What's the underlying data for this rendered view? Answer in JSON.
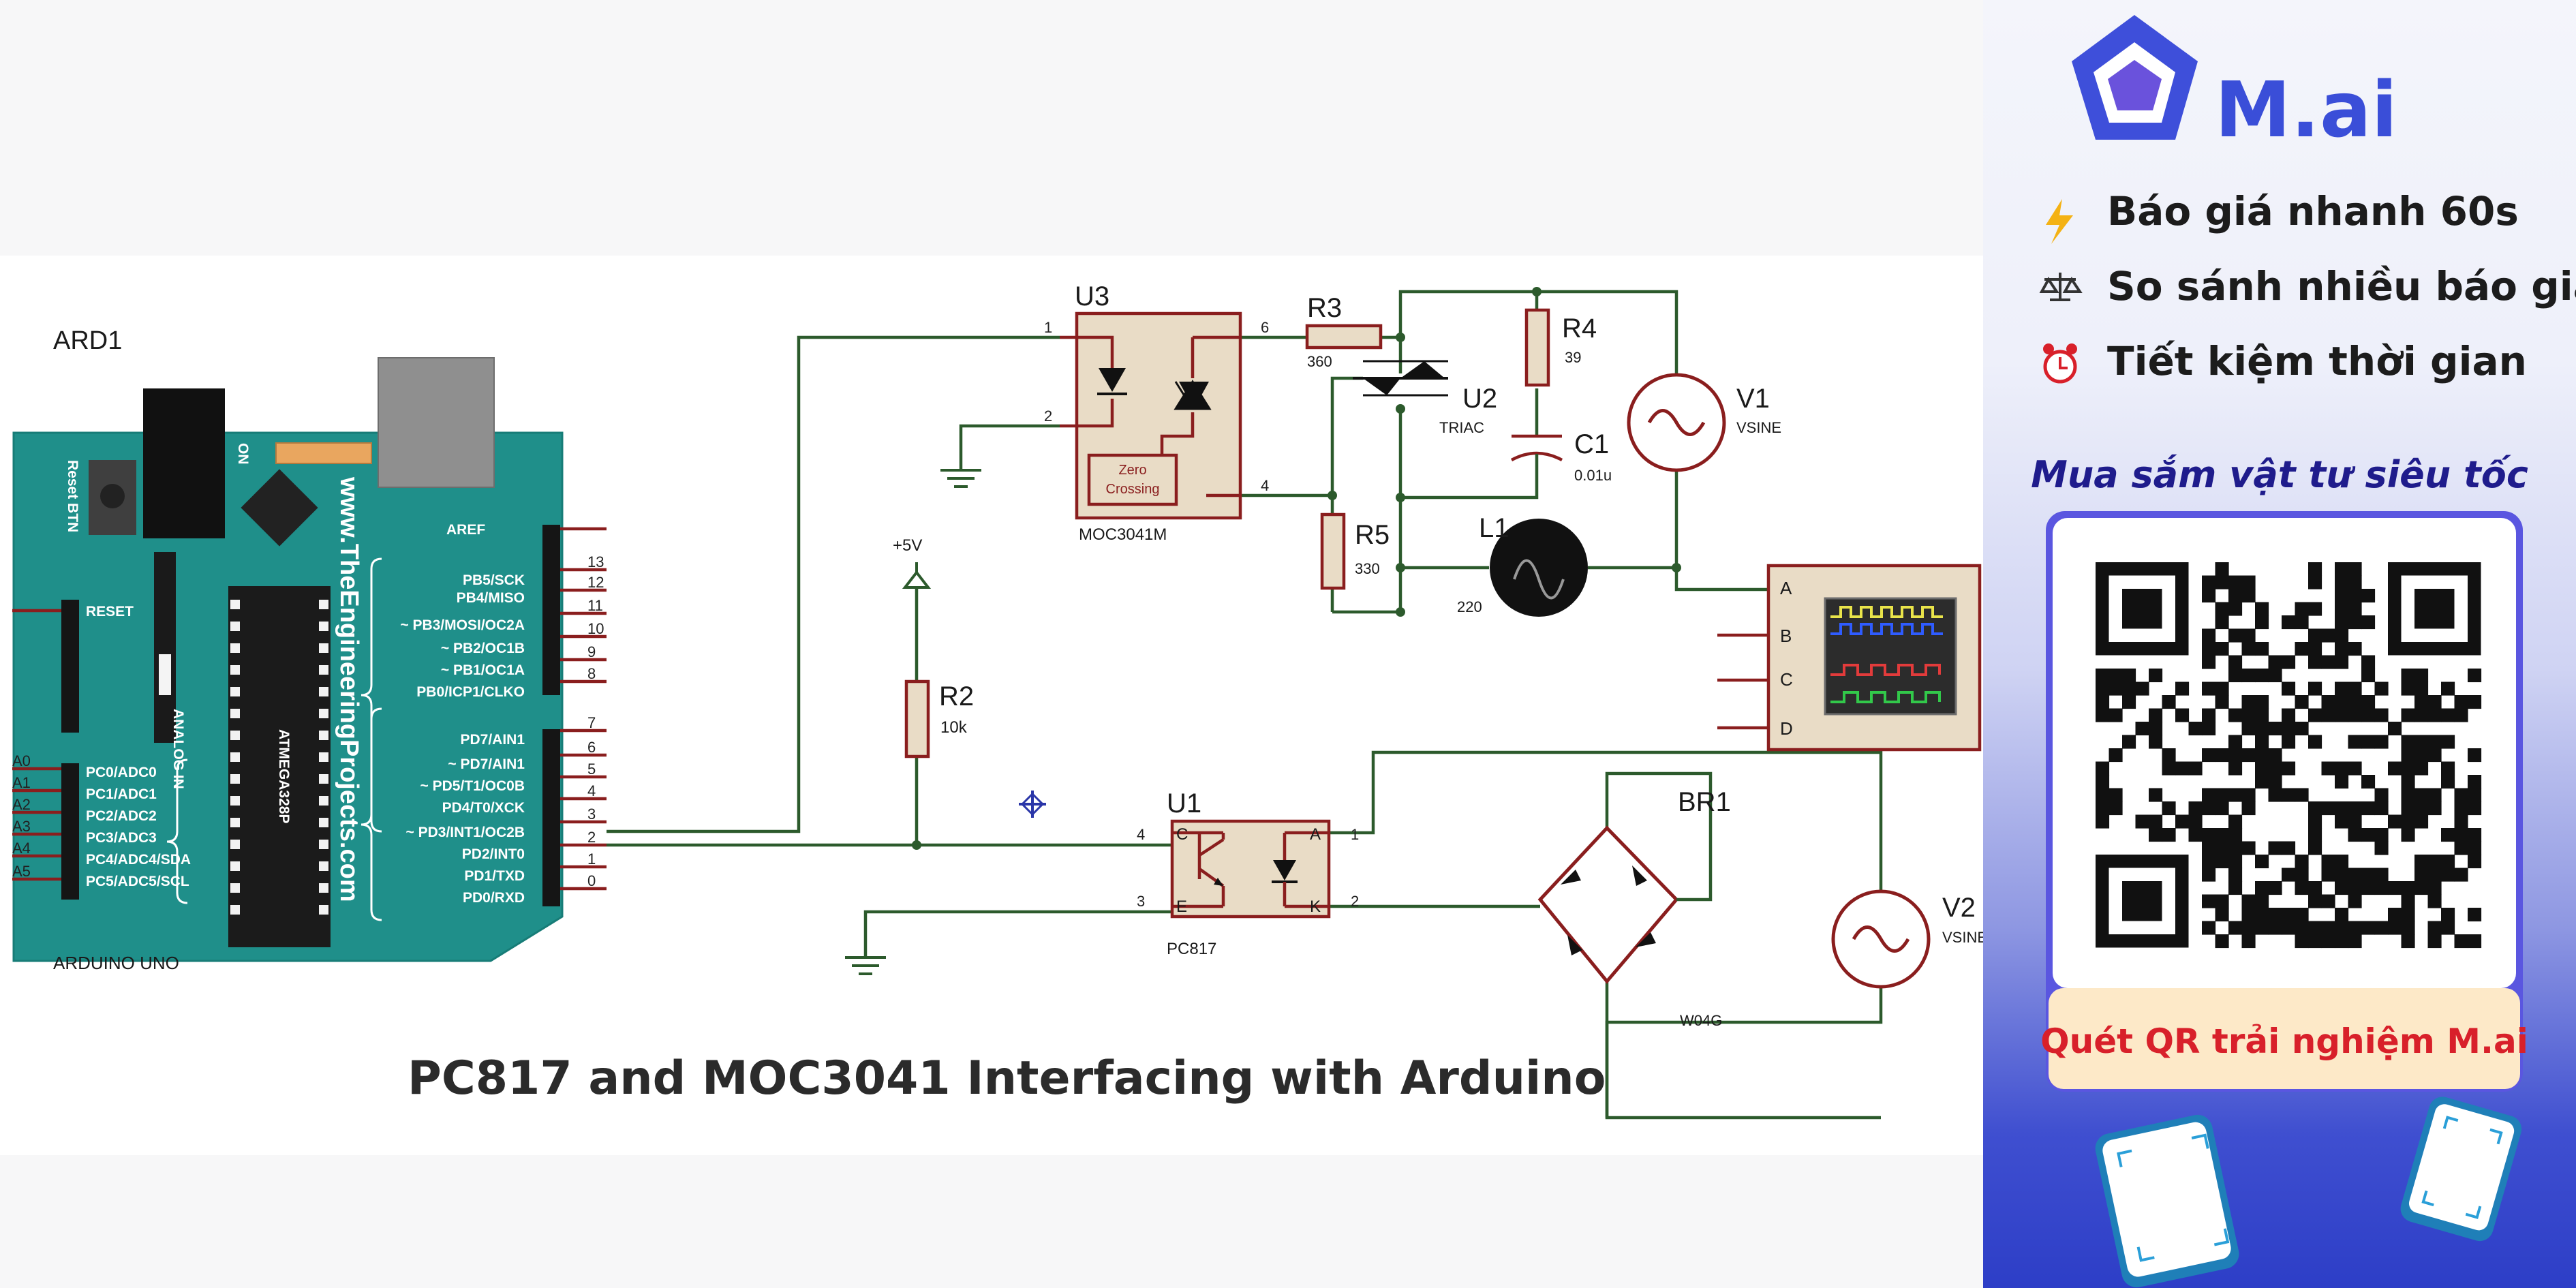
{
  "diagram": {
    "title": "PC817 and MOC3041 Interfacing with Arduino",
    "arduino": {
      "ref": "ARD1",
      "model": "ARDUINO UNO",
      "reset_btn": "Reset BTN",
      "on": "ON",
      "reset": "RESET",
      "website": "www.TheEngineeringProjects.com",
      "analog_in": "ANALOG IN",
      "chip": "ATMEGA328P",
      "aref": "AREF",
      "digital_pins": [
        {
          "label": "PB5/SCK",
          "num": "13"
        },
        {
          "label": "PB4/MISO",
          "num": "12"
        },
        {
          "label": "~ PB3/MOSI/OC2A",
          "num": "11"
        },
        {
          "label": "~ PB2/OC1B",
          "num": "10"
        },
        {
          "label": "~ PB1/OC1A",
          "num": "9"
        },
        {
          "label": "PB0/ICP1/CLKO",
          "num": "8"
        },
        {
          "label": "PD7/AIN1",
          "num": "7"
        },
        {
          "label": "~ PD7/AIN1",
          "num": "6"
        },
        {
          "label": "~ PD5/T1/OC0B",
          "num": "5"
        },
        {
          "label": "PD4/T0/XCK",
          "num": "4"
        },
        {
          "label": "~ PD3/INT1/OC2B",
          "num": "3"
        },
        {
          "label": "PD2/INT0",
          "num": "2"
        },
        {
          "label": "PD1/TXD",
          "num": "1"
        },
        {
          "label": "PD0/RXD",
          "num": "0"
        }
      ],
      "analog_pins": [
        {
          "label": "PC0/ADC0",
          "num": "A0"
        },
        {
          "label": "PC1/ADC1",
          "num": "A1"
        },
        {
          "label": "PC2/ADC2",
          "num": "A2"
        },
        {
          "label": "PC3/ADC3",
          "num": "A3"
        },
        {
          "label": "PC4/ADC4/SDA",
          "num": "A4"
        },
        {
          "label": "PC5/ADC5/SCL",
          "num": "A5"
        }
      ]
    },
    "u3": {
      "ref": "U3",
      "part": "MOC3041M",
      "zero": "Zero",
      "crossing": "Crossing",
      "p1": "1",
      "p2": "2",
      "p6": "6",
      "p4": "4"
    },
    "r3": {
      "ref": "R3",
      "val": "360"
    },
    "r4": {
      "ref": "R4",
      "val": "39"
    },
    "u2": {
      "ref": "U2",
      "val": "TRIAC"
    },
    "c1": {
      "ref": "C1",
      "val": "0.01u"
    },
    "v1": {
      "ref": "V1",
      "val": "VSINE"
    },
    "r5": {
      "ref": "R5",
      "val": "330"
    },
    "l1": {
      "ref": "L1",
      "val": "220"
    },
    "supply": "+5V",
    "r2": {
      "ref": "R2",
      "val": "10k"
    },
    "u1": {
      "ref": "U1",
      "part": "PC817",
      "c": "C",
      "e": "E",
      "a": "A",
      "k": "K",
      "p4": "4",
      "p3": "3",
      "p1": "1",
      "p2": "2"
    },
    "scope": {
      "a": "A",
      "b": "B",
      "c": "C",
      "d": "D"
    },
    "br1": {
      "ref": "BR1",
      "part": "W04G"
    },
    "v2": {
      "ref": "V2",
      "val": "VSINE"
    }
  },
  "promo": {
    "brand": "M.ai",
    "features": [
      {
        "icon": "lightning-icon",
        "text": "Báo giá nhanh 60s"
      },
      {
        "icon": "scale-icon",
        "text": "So sánh nhiều báo giá"
      },
      {
        "icon": "alarm-clock-icon",
        "text": "Tiết kiệm thời gian"
      }
    ],
    "tagline": "Mua sắm vật tư siêu tốc",
    "cta": "Quét QR trải nghiệm M.ai"
  },
  "colors": {
    "brand": "#3a4ed8",
    "board": "#1f8f8a",
    "wire": "#2c5a2c",
    "component": "#8a1e1e",
    "cta": "#d8202a"
  }
}
